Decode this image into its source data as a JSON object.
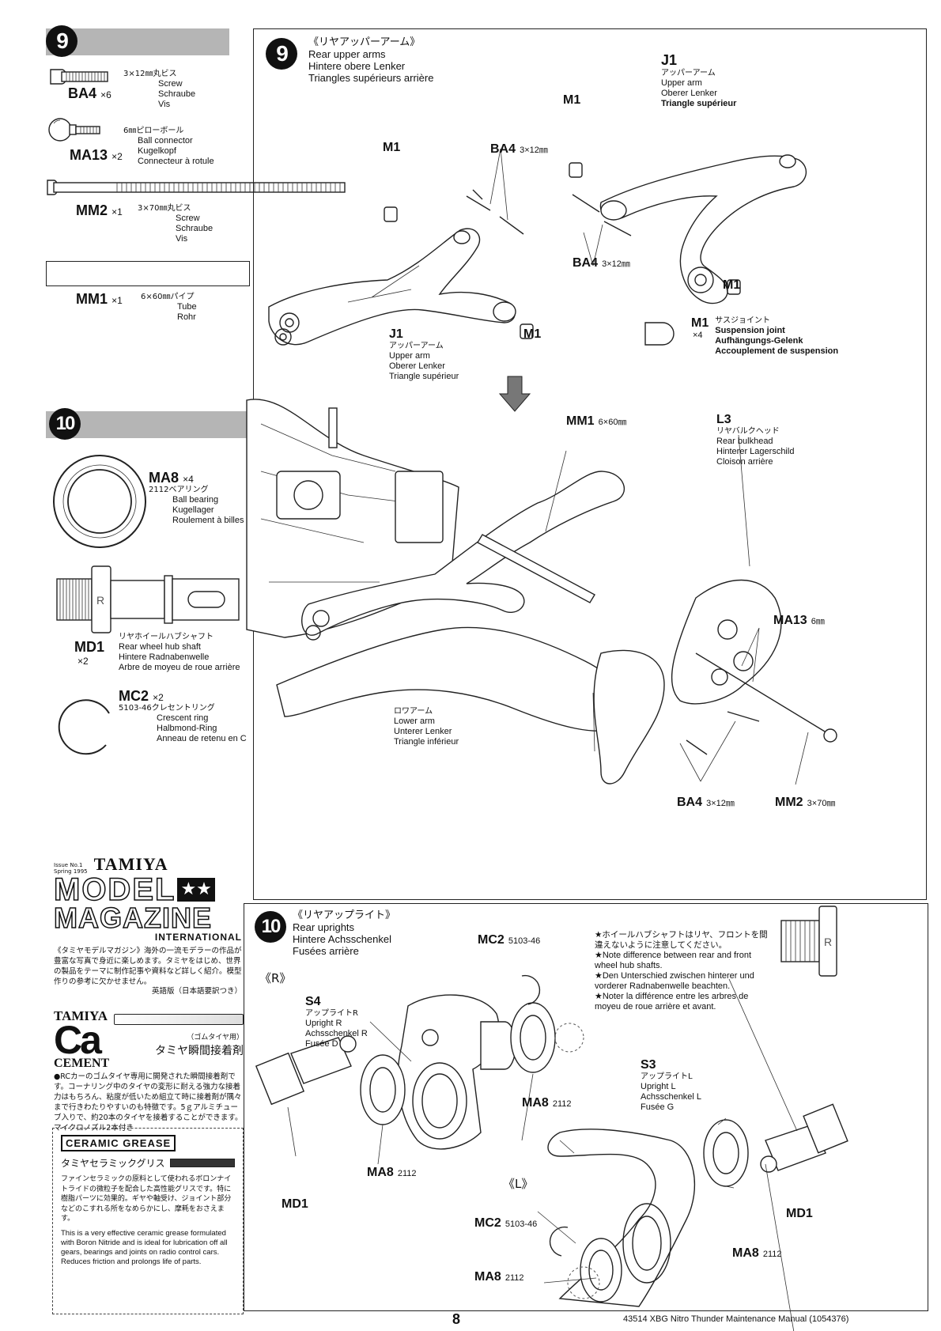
{
  "sidebar": {
    "step9": {
      "number": "9",
      "parts": [
        {
          "code": "BA4",
          "qty": "×6",
          "jp": "3×12㎜丸ビス",
          "en": "Screw",
          "de": "Schraube",
          "fr": "Vis"
        },
        {
          "code": "MA13",
          "qty": "×2",
          "jp": "6㎜ピローボール",
          "en": "Ball connector",
          "de": "Kugelkopf",
          "fr": "Connecteur à rotule"
        },
        {
          "code": "MM2",
          "qty": "×1",
          "jp": "3×70㎜丸ビス",
          "en": "Screw",
          "de": "Schraube",
          "fr": "Vis"
        },
        {
          "code": "MM1",
          "qty": "×1",
          "jp": "6×60㎜パイプ",
          "en": "Tube",
          "de": "Rohr",
          "fr": ""
        }
      ]
    },
    "step10": {
      "number": "10",
      "parts": [
        {
          "code": "MA8",
          "qty": "×4",
          "jp": "2112ベアリング",
          "en": "Ball bearing",
          "de": "Kugellager",
          "fr": "Roulement à billes"
        },
        {
          "code": "MD1",
          "qty": "×2",
          "jp": "リヤホイールハブシャフト",
          "en": "Rear wheel hub shaft",
          "de": "Hintere Radnabenwelle",
          "fr": "Arbre de moyeu de roue arrière"
        },
        {
          "code": "MC2",
          "qty": "×2",
          "jp": "5103-46クレセントリング",
          "en": "Crescent ring",
          "de": "Halbmond-Ring",
          "fr": "Anneau de retenu en C"
        }
      ]
    }
  },
  "ads": {
    "magazine": {
      "issue": "Issue No.1\nSpring 1995",
      "brand": "TAMIYA",
      "line1": "MODEL",
      "line2": "MAGAZINE",
      "line3": "INTERNATIONAL",
      "text": "《タミヤモデルマガジン》海外の一流モデラーの作品が豊富な写真で身近に楽しめます。タミヤをはじめ、世界の製品をテーマに制作記事や資料など詳しく紹介。模型作りの参考に欠かせません。",
      "note": "英語版（日本語要訳つき）"
    },
    "cement": {
      "brand": "TAMIYA",
      "big": "Ca",
      "word": "CEMENT",
      "title": "タミヤ瞬間接着剤",
      "sub": "（ゴムタイヤ用）",
      "text": "●RCカーのゴムタイヤ専用に開発された瞬間接着剤です。コーナリング中のタイヤの変形に耐える強力な接着力はもちろん、粘度が低いため組立て時に接着剤が隅々まで行きわたりやすいのも特徴です。5ｇアルミチューブ入りで、約20本のタイヤを接着することができます。マイクロノズル2本付き"
    },
    "grease": {
      "logo": "CERAMIC GREASE",
      "title": "タミヤセラミックグリス",
      "text_jp": "ファインセラミックの原料として使われるボロンナイトライドの微粒子を配合した高性能グリスです。特に樹脂パーツに効果的。ギヤや軸受け、ジョイント部分などのこすれる所をなめらかにし、摩耗をおさえます。",
      "text_en": "This is a very effective ceramic grease formulated with Boron Nitride and is ideal for lubrication off all gears, bearings and joints on radio control cars. Reduces friction and prolongs life of parts."
    }
  },
  "step9": {
    "number": "9",
    "title_jp": "《リヤアッパーアーム》",
    "title_en": "Rear upper arms",
    "title_de": "Hintere obere Lenker",
    "title_fr": "Triangles supérieurs arrière",
    "j1_top": {
      "code": "J1",
      "jp": "アッパーアーム",
      "en": "Upper arm",
      "de": "Oberer Lenker",
      "fr": "Triangle supérieur"
    },
    "j1_bottom": {
      "code": "J1",
      "jp": "アッパーアーム",
      "en": "Upper arm",
      "de": "Oberer Lenker",
      "fr": "Triangle supérieur"
    },
    "m1_label": "M1",
    "ba4_label": "BA4",
    "ba4_size": "3×12㎜",
    "joint": {
      "code": "M1",
      "qty": "×4",
      "jp": "サスジョイント",
      "en": "Suspension joint",
      "de": "Aufhängungs-Gelenk",
      "fr": "Accouplement de suspension"
    },
    "mm1": {
      "code": "MM1",
      "size": "6×60㎜"
    },
    "l3": {
      "code": "L3",
      "jp": "リヤバルクヘッド",
      "en": "Rear bulkhead",
      "de": "Hinterer Lagerschild",
      "fr": "Cloison arrière"
    },
    "ma13": {
      "code": "MA13",
      "size": "6㎜"
    },
    "lower_arm": {
      "jp": "ロワアーム",
      "en": "Lower arm",
      "de": "Unterer Lenker",
      "fr": "Triangle inférieur"
    },
    "ba4_bottom": {
      "code": "BA4",
      "size": "3×12㎜"
    },
    "mm2": {
      "code": "MM2",
      "size": "3×70㎜"
    }
  },
  "step10": {
    "number": "10",
    "title_jp": "《リヤアップライト》",
    "title_en": "Rear uprights",
    "title_de": "Hintere Achsschenkel",
    "title_fr": "Fusées arrière",
    "side_r": "《R》",
    "side_l": "《L》",
    "s4": {
      "code": "S4",
      "jp": "アップライトR",
      "en": "Upright R",
      "de": "Achsschenkel R",
      "fr": "Fusée D"
    },
    "s3": {
      "code": "S3",
      "jp": "アップライトL",
      "en": "Upright L",
      "de": "Achsschenkel L",
      "fr": "Fusée G"
    },
    "mc2": {
      "code": "MC2",
      "size": "5103-46"
    },
    "ma8": {
      "code": "MA8",
      "size": "2112"
    },
    "md1": "MD1",
    "note": {
      "jp": "★ホイールハブシャフトはリヤ、フロントを間違えないように注意してください。",
      "en": "★Note difference between rear and front wheel hub shafts.",
      "de": "★Den Unterschied zwischen hinterer und vorderer Radnabenwelle beachten.",
      "fr": "★Noter la différence entre les arbres de moyeu de roue arrière et avant."
    }
  },
  "footer": {
    "page": "8",
    "doc": "43514 XBG Nitro Thunder Maintenance Manual (1054376)"
  }
}
